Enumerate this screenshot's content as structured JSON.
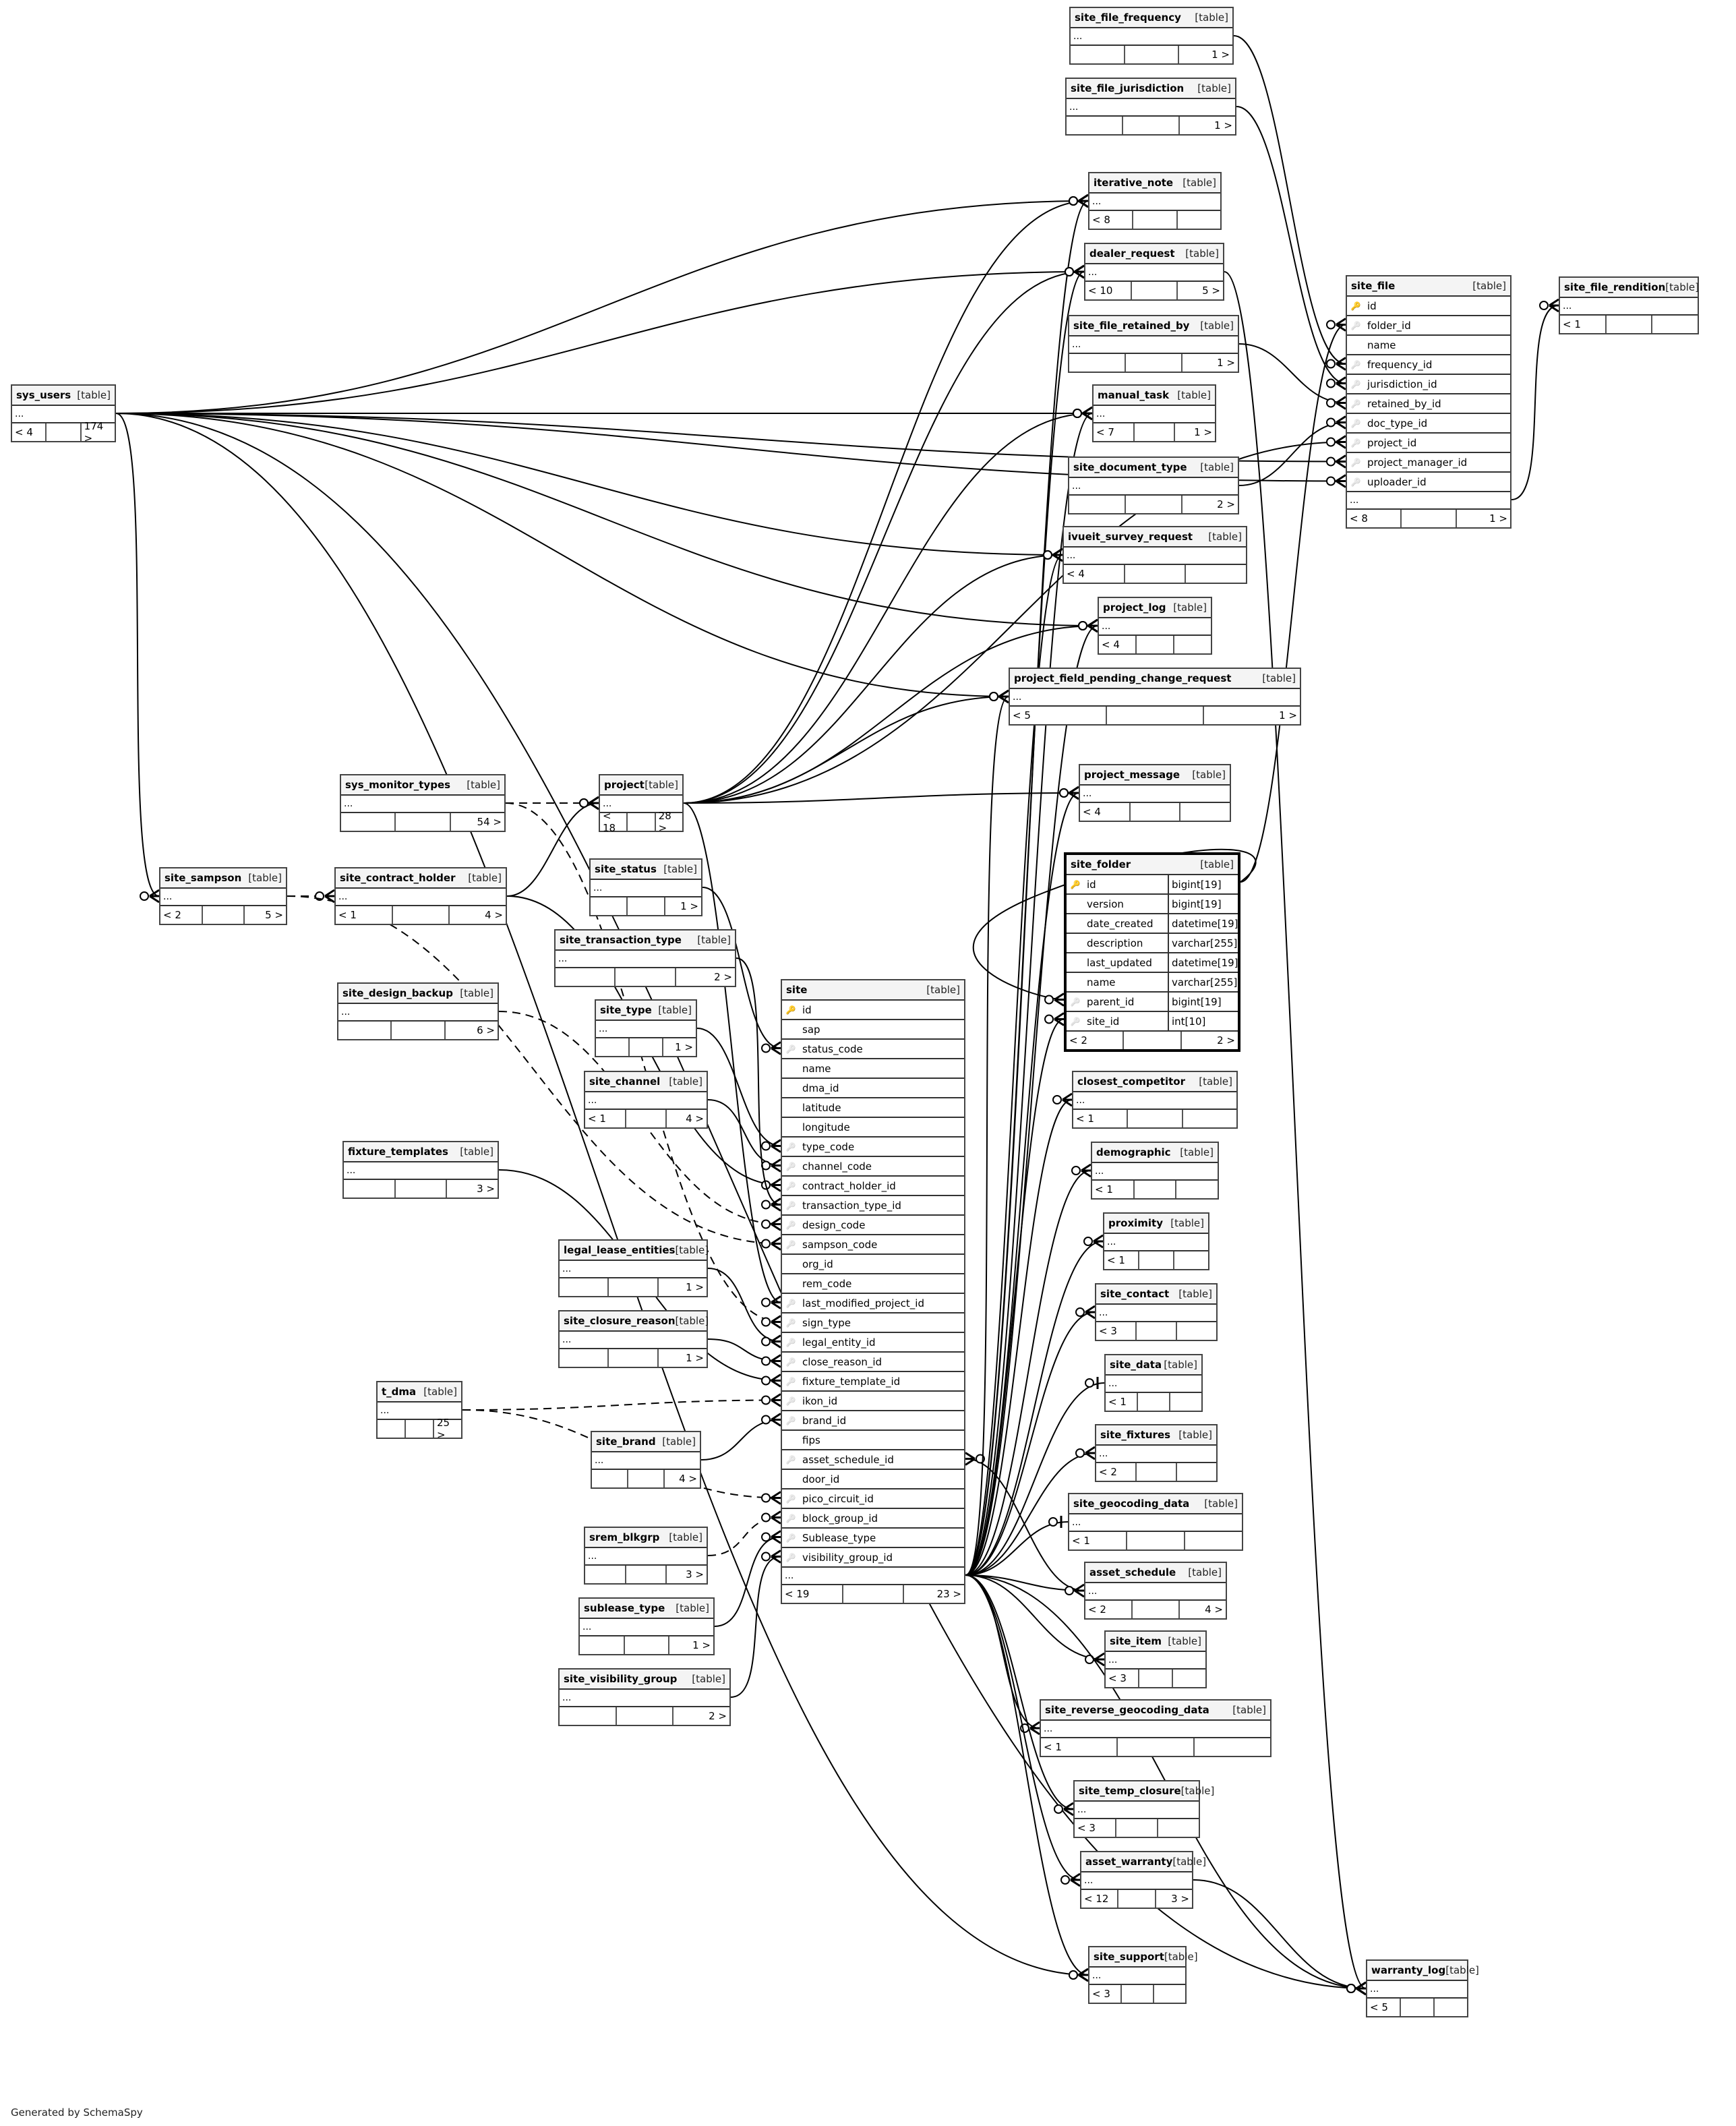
{
  "diagram": {
    "generator_label": "Generated by SchemaSpy",
    "table_tag": "[table]",
    "ellipsis": "..."
  },
  "tables": [
    {
      "id": "site_file_frequency",
      "name": "site_file_frequency",
      "parents": "",
      "children": "1 >"
    },
    {
      "id": "site_file_jurisdiction",
      "name": "site_file_jurisdiction",
      "parents": "",
      "children": "1 >"
    },
    {
      "id": "iterative_note",
      "name": "iterative_note",
      "parents": "< 8",
      "children": ""
    },
    {
      "id": "dealer_request",
      "name": "dealer_request",
      "parents": "< 10",
      "children": "5 >"
    },
    {
      "id": "site_file_retained_by",
      "name": "site_file_retained_by",
      "parents": "",
      "children": "1 >"
    },
    {
      "id": "manual_task",
      "name": "manual_task",
      "parents": "< 7",
      "children": "1 >"
    },
    {
      "id": "site_document_type",
      "name": "site_document_type",
      "parents": "",
      "children": "2 >"
    },
    {
      "id": "ivueit_survey_request",
      "name": "ivueit_survey_request",
      "parents": "< 4",
      "children": ""
    },
    {
      "id": "project_log",
      "name": "project_log",
      "parents": "< 4",
      "children": ""
    },
    {
      "id": "project_field_pending_change_request",
      "name": "project_field_pending_change_request",
      "parents": "< 5",
      "children": "1 >"
    },
    {
      "id": "project_message",
      "name": "project_message",
      "parents": "< 4",
      "children": ""
    },
    {
      "id": "site_file",
      "name": "site_file",
      "parents": "< 8",
      "children": "1 >",
      "columns": [
        {
          "name": "id",
          "key": "pk"
        },
        {
          "name": "folder_id",
          "key": "fk"
        },
        {
          "name": "name",
          "key": "none"
        },
        {
          "name": "frequency_id",
          "key": "fk"
        },
        {
          "name": "jurisdiction_id",
          "key": "fk"
        },
        {
          "name": "retained_by_id",
          "key": "fk"
        },
        {
          "name": "doc_type_id",
          "key": "fk"
        },
        {
          "name": "project_id",
          "key": "fk"
        },
        {
          "name": "project_manager_id",
          "key": "fk"
        },
        {
          "name": "uploader_id",
          "key": "fk"
        }
      ]
    },
    {
      "id": "site_file_rendition",
      "name": "site_file_rendition",
      "parents": "< 1",
      "children": ""
    },
    {
      "id": "sys_users",
      "name": "sys_users",
      "parents": "< 4",
      "children": "174 >"
    },
    {
      "id": "sys_monitor_types",
      "name": "sys_monitor_types",
      "parents": "",
      "children": "54 >"
    },
    {
      "id": "project",
      "name": "project",
      "parents": "< 18",
      "children": "28 >"
    },
    {
      "id": "site_sampson",
      "name": "site_sampson",
      "parents": "< 2",
      "children": "5 >"
    },
    {
      "id": "site_contract_holder",
      "name": "site_contract_holder",
      "parents": "< 1",
      "children": "4 >"
    },
    {
      "id": "site_status",
      "name": "site_status",
      "parents": "",
      "children": "1 >"
    },
    {
      "id": "site_transaction_type",
      "name": "site_transaction_type",
      "parents": "",
      "children": "2 >"
    },
    {
      "id": "site_design_backup",
      "name": "site_design_backup",
      "parents": "",
      "children": "6 >"
    },
    {
      "id": "site_type",
      "name": "site_type",
      "parents": "",
      "children": "1 >"
    },
    {
      "id": "site_channel",
      "name": "site_channel",
      "parents": "< 1",
      "children": "4 >"
    },
    {
      "id": "fixture_templates",
      "name": "fixture_templates",
      "parents": "",
      "children": "3 >"
    },
    {
      "id": "legal_lease_entities",
      "name": "legal_lease_entities",
      "parents": "",
      "children": "1 >"
    },
    {
      "id": "site_closure_reason",
      "name": "site_closure_reason",
      "parents": "",
      "children": "1 >"
    },
    {
      "id": "t_dma",
      "name": "t_dma",
      "parents": "",
      "children": "25 >"
    },
    {
      "id": "site_brand",
      "name": "site_brand",
      "parents": "",
      "children": "4 >"
    },
    {
      "id": "srem_blkgrp",
      "name": "srem_blkgrp",
      "parents": "",
      "children": "3 >"
    },
    {
      "id": "sublease_type",
      "name": "sublease_type",
      "parents": "",
      "children": "1 >"
    },
    {
      "id": "site_visibility_group",
      "name": "site_visibility_group",
      "parents": "",
      "children": "2 >"
    },
    {
      "id": "site",
      "name": "site",
      "parents": "< 19",
      "children": "23 >",
      "columns": [
        {
          "name": "id",
          "key": "pk"
        },
        {
          "name": "sap",
          "key": "none"
        },
        {
          "name": "status_code",
          "key": "fk"
        },
        {
          "name": "name",
          "key": "none"
        },
        {
          "name": "dma_id",
          "key": "none"
        },
        {
          "name": "latitude",
          "key": "none"
        },
        {
          "name": "longitude",
          "key": "none"
        },
        {
          "name": "type_code",
          "key": "fk"
        },
        {
          "name": "channel_code",
          "key": "fk"
        },
        {
          "name": "contract_holder_id",
          "key": "fk"
        },
        {
          "name": "transaction_type_id",
          "key": "fk"
        },
        {
          "name": "design_code",
          "key": "fk"
        },
        {
          "name": "sampson_code",
          "key": "fk"
        },
        {
          "name": "org_id",
          "key": "none"
        },
        {
          "name": "rem_code",
          "key": "none"
        },
        {
          "name": "last_modified_project_id",
          "key": "fk"
        },
        {
          "name": "sign_type",
          "key": "fk"
        },
        {
          "name": "legal_entity_id",
          "key": "fk"
        },
        {
          "name": "close_reason_id",
          "key": "fk"
        },
        {
          "name": "fixture_template_id",
          "key": "fk"
        },
        {
          "name": "ikon_id",
          "key": "fk"
        },
        {
          "name": "brand_id",
          "key": "fk"
        },
        {
          "name": "fips",
          "key": "none"
        },
        {
          "name": "asset_schedule_id",
          "key": "fk"
        },
        {
          "name": "door_id",
          "key": "none"
        },
        {
          "name": "pico_circuit_id",
          "key": "fk"
        },
        {
          "name": "block_group_id",
          "key": "fk"
        },
        {
          "name": "Sublease_type",
          "key": "fk"
        },
        {
          "name": "visibility_group_id",
          "key": "fk"
        }
      ]
    },
    {
      "id": "site_folder",
      "name": "site_folder",
      "parents": "< 2",
      "children": "2 >",
      "focus": true,
      "columns": [
        {
          "name": "id",
          "key": "pk",
          "type": "bigint[19]"
        },
        {
          "name": "version",
          "key": "none",
          "type": "bigint[19]"
        },
        {
          "name": "date_created",
          "key": "none",
          "type": "datetime[19]"
        },
        {
          "name": "description",
          "key": "none",
          "type": "varchar[255]"
        },
        {
          "name": "last_updated",
          "key": "none",
          "type": "datetime[19]"
        },
        {
          "name": "name",
          "key": "none",
          "type": "varchar[255]"
        },
        {
          "name": "parent_id",
          "key": "fk",
          "type": "bigint[19]"
        },
        {
          "name": "site_id",
          "key": "fk",
          "type": "int[10]"
        }
      ]
    },
    {
      "id": "closest_competitor",
      "name": "closest_competitor",
      "parents": "< 1",
      "children": ""
    },
    {
      "id": "demographic",
      "name": "demographic",
      "parents": "< 1",
      "children": ""
    },
    {
      "id": "proximity",
      "name": "proximity",
      "parents": "< 1",
      "children": ""
    },
    {
      "id": "site_contact",
      "name": "site_contact",
      "parents": "< 3",
      "children": ""
    },
    {
      "id": "site_data",
      "name": "site_data",
      "parents": "< 1",
      "children": ""
    },
    {
      "id": "site_fixtures",
      "name": "site_fixtures",
      "parents": "< 2",
      "children": ""
    },
    {
      "id": "site_geocoding_data",
      "name": "site_geocoding_data",
      "parents": "< 1",
      "children": ""
    },
    {
      "id": "asset_schedule",
      "name": "asset_schedule",
      "parents": "< 2",
      "children": "4 >"
    },
    {
      "id": "site_item",
      "name": "site_item",
      "parents": "< 3",
      "children": ""
    },
    {
      "id": "site_reverse_geocoding_data",
      "name": "site_reverse_geocoding_data",
      "parents": "< 1",
      "children": ""
    },
    {
      "id": "site_temp_closure",
      "name": "site_temp_closure",
      "parents": "< 3",
      "children": ""
    },
    {
      "id": "asset_warranty",
      "name": "asset_warranty",
      "parents": "< 12",
      "children": "3 >"
    },
    {
      "id": "site_support",
      "name": "site_support",
      "parents": "< 3",
      "children": ""
    },
    {
      "id": "warranty_log",
      "name": "warranty_log",
      "parents": "< 5",
      "children": ""
    }
  ],
  "relationships": [
    {
      "from": "site_file_frequency",
      "to": "site_file",
      "to_col": "frequency_id",
      "style": "solid"
    },
    {
      "from": "site_file_jurisdiction",
      "to": "site_file",
      "to_col": "jurisdiction_id",
      "style": "solid"
    },
    {
      "from": "site_file_retained_by",
      "to": "site_file",
      "to_col": "retained_by_id",
      "style": "solid"
    },
    {
      "from": "site_document_type",
      "to": "site_file",
      "to_col": "doc_type_id",
      "style": "solid"
    },
    {
      "from": "site_folder",
      "to": "site_file",
      "to_col": "folder_id",
      "style": "solid"
    },
    {
      "from": "project",
      "to": "site_file",
      "to_col": "project_id",
      "style": "solid"
    },
    {
      "from": "sys_users",
      "to": "site_file",
      "to_col": "project_manager_id",
      "style": "solid"
    },
    {
      "from": "sys_users",
      "to": "site_file",
      "to_col": "uploader_id",
      "style": "solid"
    },
    {
      "from": "site_file",
      "to": "site_file_rendition",
      "style": "solid"
    },
    {
      "from": "sys_users",
      "to": "iterative_note",
      "style": "solid"
    },
    {
      "from": "sys_users",
      "to": "dealer_request",
      "style": "solid"
    },
    {
      "from": "sys_users",
      "to": "manual_task",
      "style": "solid"
    },
    {
      "from": "sys_users",
      "to": "ivueit_survey_request",
      "style": "solid"
    },
    {
      "from": "sys_users",
      "to": "project_log",
      "style": "solid"
    },
    {
      "from": "sys_users",
      "to": "project_field_pending_change_request",
      "style": "solid"
    },
    {
      "from": "sys_users",
      "to": "site_sampson",
      "style": "solid"
    },
    {
      "from": "sys_users",
      "to": "site_support",
      "style": "solid"
    },
    {
      "from": "sys_users",
      "to": "warranty_log",
      "style": "solid"
    },
    {
      "from": "project",
      "to": "iterative_note",
      "style": "solid"
    },
    {
      "from": "project",
      "to": "dealer_request",
      "style": "solid"
    },
    {
      "from": "project",
      "to": "manual_task",
      "style": "solid"
    },
    {
      "from": "project",
      "to": "ivueit_survey_request",
      "style": "solid"
    },
    {
      "from": "project",
      "to": "project_log",
      "style": "solid"
    },
    {
      "from": "project",
      "to": "project_field_pending_change_request",
      "style": "solid"
    },
    {
      "from": "project",
      "to": "project_message",
      "style": "solid"
    },
    {
      "from": "project",
      "to": "site",
      "to_col": "last_modified_project_id",
      "style": "solid"
    },
    {
      "from": "sys_monitor_types",
      "to": "project",
      "style": "dashed"
    },
    {
      "from": "site_contract_holder",
      "to": "project",
      "style": "solid"
    },
    {
      "from": "site_sampson",
      "to": "site_contract_holder",
      "style": "dashed"
    },
    {
      "from": "site_status",
      "to": "site",
      "to_col": "status_code",
      "style": "solid"
    },
    {
      "from": "site_type",
      "to": "site",
      "to_col": "type_code",
      "style": "solid"
    },
    {
      "from": "site_channel",
      "to": "site",
      "to_col": "channel_code",
      "style": "solid"
    },
    {
      "from": "site_contract_holder",
      "to": "site",
      "to_col": "contract_holder_id",
      "style": "solid"
    },
    {
      "from": "site_transaction_type",
      "to": "site",
      "to_col": "transaction_type_id",
      "style": "solid"
    },
    {
      "from": "site_design_backup",
      "to": "site",
      "to_col": "design_code",
      "style": "dashed"
    },
    {
      "from": "site_sampson",
      "to": "site",
      "to_col": "sampson_code",
      "style": "dashed"
    },
    {
      "from": "sys_monitor_types",
      "to": "site",
      "to_col": "sign_type",
      "style": "dashed"
    },
    {
      "from": "legal_lease_entities",
      "to": "site",
      "to_col": "legal_entity_id",
      "style": "solid"
    },
    {
      "from": "site_closure_reason",
      "to": "site",
      "to_col": "close_reason_id",
      "style": "solid"
    },
    {
      "from": "fixture_templates",
      "to": "site",
      "to_col": "fixture_template_id",
      "style": "solid"
    },
    {
      "from": "t_dma",
      "to": "site",
      "to_col": "ikon_id",
      "style": "dashed"
    },
    {
      "from": "site_brand",
      "to": "site",
      "to_col": "brand_id",
      "style": "solid"
    },
    {
      "from": "asset_schedule",
      "to": "site",
      "to_col": "asset_schedule_id",
      "style": "solid"
    },
    {
      "from": "t_dma",
      "to": "site",
      "to_col": "pico_circuit_id",
      "style": "dashed"
    },
    {
      "from": "srem_blkgrp",
      "to": "site",
      "to_col": "block_group_id",
      "style": "dashed"
    },
    {
      "from": "sublease_type",
      "to": "site",
      "to_col": "Sublease_type",
      "style": "solid"
    },
    {
      "from": "site_visibility_group",
      "to": "site",
      "to_col": "visibility_group_id",
      "style": "solid"
    },
    {
      "from": "site",
      "to": "site_folder",
      "to_col": "site_id",
      "style": "solid"
    },
    {
      "from": "site_folder",
      "to": "site_folder",
      "to_col": "parent_id",
      "style": "solid"
    },
    {
      "from": "site",
      "to": "iterative_note",
      "style": "solid"
    },
    {
      "from": "site",
      "to": "dealer_request",
      "style": "solid"
    },
    {
      "from": "site",
      "to": "manual_task",
      "style": "solid"
    },
    {
      "from": "site",
      "to": "ivueit_survey_request",
      "style": "solid"
    },
    {
      "from": "site",
      "to": "project_log",
      "style": "solid"
    },
    {
      "from": "site",
      "to": "project_field_pending_change_request",
      "style": "solid"
    },
    {
      "from": "site",
      "to": "project_message",
      "style": "solid"
    },
    {
      "from": "site",
      "to": "closest_competitor",
      "style": "solid"
    },
    {
      "from": "site",
      "to": "demographic",
      "style": "solid"
    },
    {
      "from": "site",
      "to": "proximity",
      "style": "solid"
    },
    {
      "from": "site",
      "to": "site_contact",
      "style": "solid"
    },
    {
      "from": "site",
      "to": "site_data",
      "style": "solid",
      "one": true
    },
    {
      "from": "site",
      "to": "site_fixtures",
      "style": "solid"
    },
    {
      "from": "site",
      "to": "site_geocoding_data",
      "style": "solid",
      "one": true
    },
    {
      "from": "site",
      "to": "asset_schedule",
      "style": "solid"
    },
    {
      "from": "site",
      "to": "site_item",
      "style": "solid"
    },
    {
      "from": "site",
      "to": "site_reverse_geocoding_data",
      "style": "solid"
    },
    {
      "from": "site",
      "to": "site_temp_closure",
      "style": "solid"
    },
    {
      "from": "site",
      "to": "asset_warranty",
      "style": "solid"
    },
    {
      "from": "site",
      "to": "site_support",
      "style": "solid"
    },
    {
      "from": "site",
      "to": "warranty_log",
      "style": "solid"
    },
    {
      "from": "asset_warranty",
      "to": "warranty_log",
      "style": "solid"
    },
    {
      "from": "dealer_request",
      "to": "warranty_log",
      "style": "solid"
    }
  ]
}
